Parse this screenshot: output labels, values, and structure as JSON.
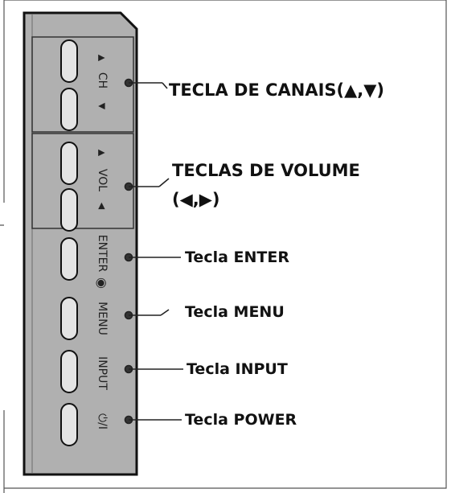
{
  "panel": {
    "buttons": [
      {
        "symbol": "▲",
        "label": "CH",
        "symbol2": "▼"
      },
      {
        "symbol": "▲",
        "label": "VOL",
        "symbol2": "◀"
      },
      {
        "label": "ENTER",
        "symbol": "◉"
      },
      {
        "label": "MENU"
      },
      {
        "label": "INPUT"
      },
      {
        "label": "⏻/I"
      }
    ]
  },
  "callouts": {
    "channel": "TECLA DE CANAIS(▲,▼)",
    "volume_line1": "TECLAS DE VOLUME",
    "volume_line2": "(◀,▶)",
    "enter": "Tecla ENTER",
    "menu": "Tecla MENU",
    "input": "Tecla INPUT",
    "power": "Tecla POWER"
  }
}
